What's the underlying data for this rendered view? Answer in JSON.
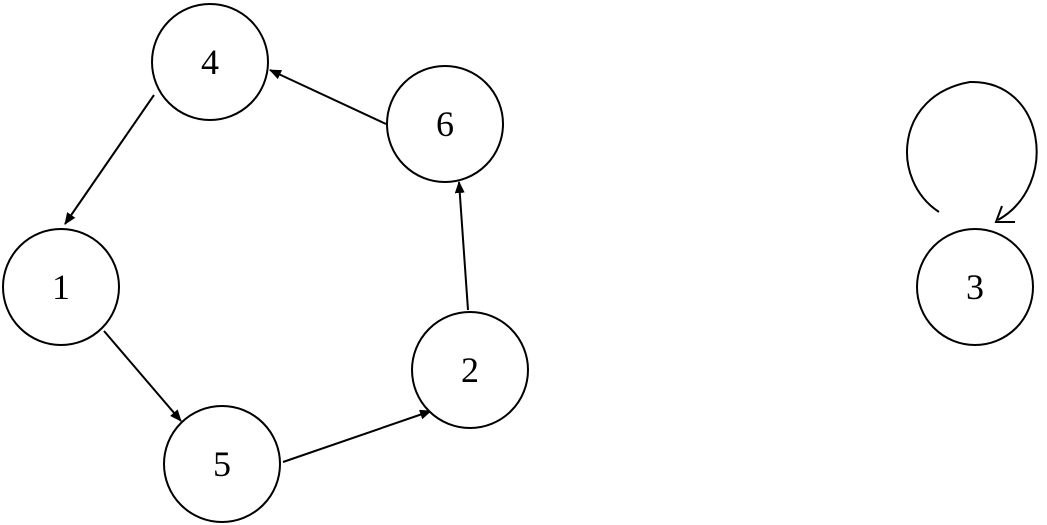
{
  "graph": {
    "nodes": [
      {
        "id": "4",
        "label": "4"
      },
      {
        "id": "6",
        "label": "6"
      },
      {
        "id": "1",
        "label": "1"
      },
      {
        "id": "2",
        "label": "2"
      },
      {
        "id": "5",
        "label": "5"
      },
      {
        "id": "3",
        "label": "3"
      }
    ],
    "edges": [
      {
        "from": "4",
        "to": "1"
      },
      {
        "from": "1",
        "to": "5"
      },
      {
        "from": "5",
        "to": "2"
      },
      {
        "from": "2",
        "to": "6"
      },
      {
        "from": "6",
        "to": "4"
      },
      {
        "from": "3",
        "to": "3"
      }
    ],
    "colors": {
      "stroke": "#000000",
      "fill": "#ffffff"
    }
  }
}
